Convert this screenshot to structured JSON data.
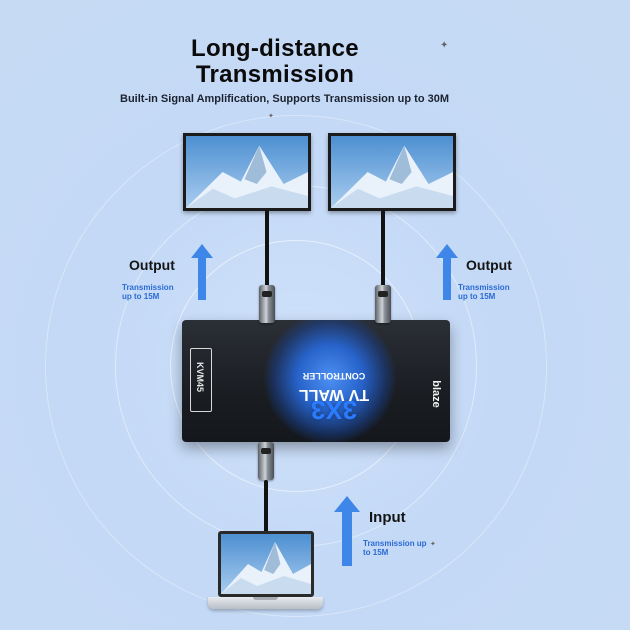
{
  "headline": "Long-distance\nTransmission",
  "subheadline": "Built-in Signal Amplification, Supports Transmission up to 30M",
  "output_left": {
    "label": "Output",
    "note": "Transmission up to 15M"
  },
  "output_right": {
    "label": "Output",
    "note": "Transmission up to 15M"
  },
  "input": {
    "label": "Input",
    "note": "Transmission up to 15M"
  },
  "device": {
    "title_big": "3X3",
    "title": "TV WALL",
    "subtitle": "CONTROLLER",
    "model": "KVM45",
    "brand": "blaze"
  },
  "colors": {
    "arrow": "#3e86e8",
    "accent_text": "#2a6bd3",
    "device_glow": "#2b7bff"
  },
  "icons": [
    "mountain-screen",
    "up-arrow",
    "laptop",
    "hdmi-plug"
  ]
}
